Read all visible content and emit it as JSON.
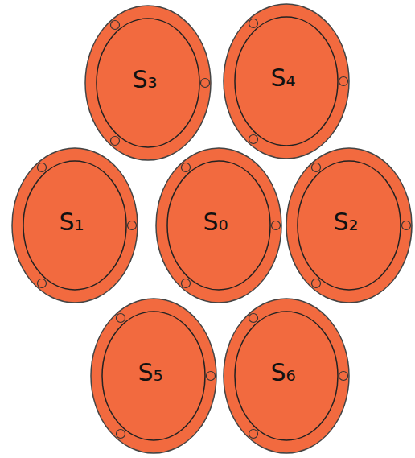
{
  "diagram": {
    "nodes": [
      {
        "text": [
          "S₃"
        ]
      },
      {
        "text": [
          "S₄"
        ]
      },
      {
        "text": [
          "S₁"
        ]
      },
      {
        "text": [
          "S₀"
        ]
      },
      {
        "text": [
          "S₂"
        ]
      },
      {
        "text": [
          "S₅"
        ]
      },
      {
        "text": [
          "S₆"
        ]
      }
    ]
  }
}
